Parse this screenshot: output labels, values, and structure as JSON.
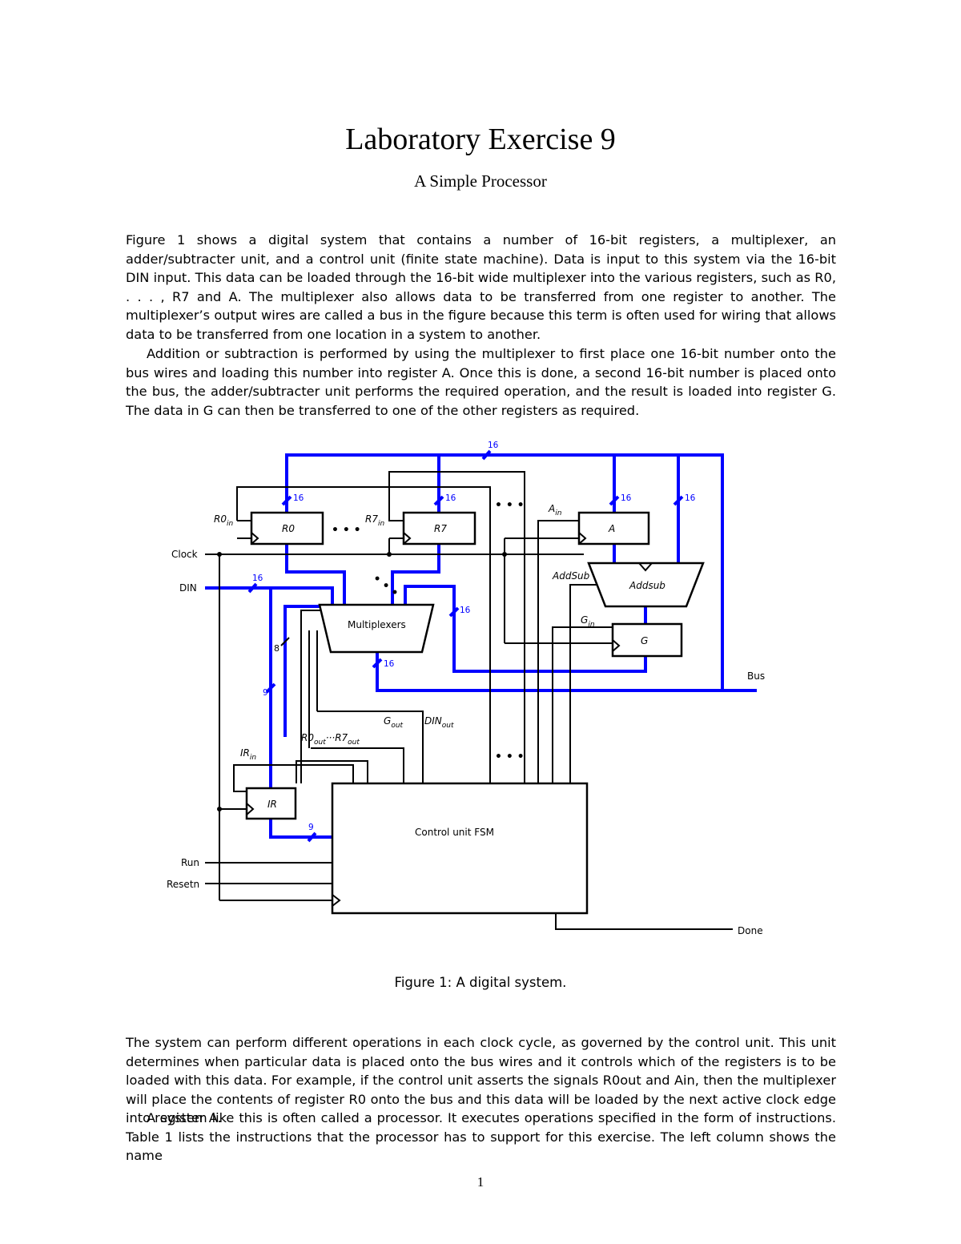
{
  "title": "Laboratory Exercise 9",
  "subtitle": "A Simple Processor",
  "paragraph1": "Figure 1 shows a digital system that contains a number of 16-bit registers, a multiplexer, an adder/subtracter unit, and a control unit (finite state machine). Data is input to this system via the 16-bit DIN input. This data can be loaded through the 16-bit wide multiplexer into the various registers, such as R0, . . . , R7 and A. The multiplexer also allows data to be transferred from one register to another. The multiplexer’s output wires are called a bus in the figure because this term is often used for wiring that allows data to be transferred from one location in a system to another.",
  "paragraph2": "Addition or subtraction is performed by using the multiplexer to first place one 16-bit number onto the bus wires and loading this number into register A. Once this is done, a second 16-bit number is placed onto the bus, the adder/subtracter unit performs the required operation, and the result is loaded into register G. The data in G can then be transferred to one of the other registers as required.",
  "figure": {
    "caption": "Figure 1: A digital system.",
    "blocks": {
      "r0": "R0",
      "r7": "R7",
      "a": "A",
      "addsub": "Addsub",
      "g": "G",
      "mux": "Multiplexers",
      "ir": "IR",
      "fsm": "Control unit FSM"
    },
    "inputs": {
      "clock": "Clock",
      "din": "DIN",
      "run": "Run",
      "resetn": "Resetn"
    },
    "outputs": {
      "bus": "Bus",
      "done": "Done"
    },
    "controls": {
      "r0in_main": "R0",
      "r0in_sub": "in",
      "r7in_main": "R7",
      "r7in_sub": "in",
      "ain_main": "A",
      "ain_sub": "in",
      "gin_main": "G",
      "gin_sub": "in",
      "irin_main": "IR",
      "irin_sub": "in",
      "addsub_signal": "AddSub",
      "gout_main": "G",
      "gout_sub": "out",
      "dinout_main": "DIN",
      "dinout_sub": "out",
      "r0out_main": "R0",
      "r0out_sub": "out",
      "r0out_dots": "···",
      "r7out_main": "R7",
      "r7out_sub": "out"
    },
    "widths": {
      "bus_top": "16",
      "r0_in": "16",
      "r7_in": "16",
      "a_in": "16",
      "addsub_in": "16",
      "din": "16",
      "g_out": "16",
      "mux_out": "16",
      "sel_a": "8",
      "sel_b": "9",
      "ir_out": "9"
    },
    "ellipses": [
      "• • •",
      "• • •",
      "• • •",
      "• • •"
    ]
  },
  "paragraph3": "The system can perform different operations in each clock cycle, as governed by the control unit. This unit determines when particular data is placed onto the bus wires and it controls which of the registers is to be loaded with this data. For example, if the control unit asserts the signals R0out and Ain, then the multiplexer will place the contents of register R0 onto the bus and this data will be loaded by the next active clock edge into register A.",
  "paragraph4": "A system like this is often called a processor. It executes operations specified in the form of instructions. Table 1 lists the instructions that the processor has to support for this exercise. The left column shows the name",
  "page_number": "1"
}
